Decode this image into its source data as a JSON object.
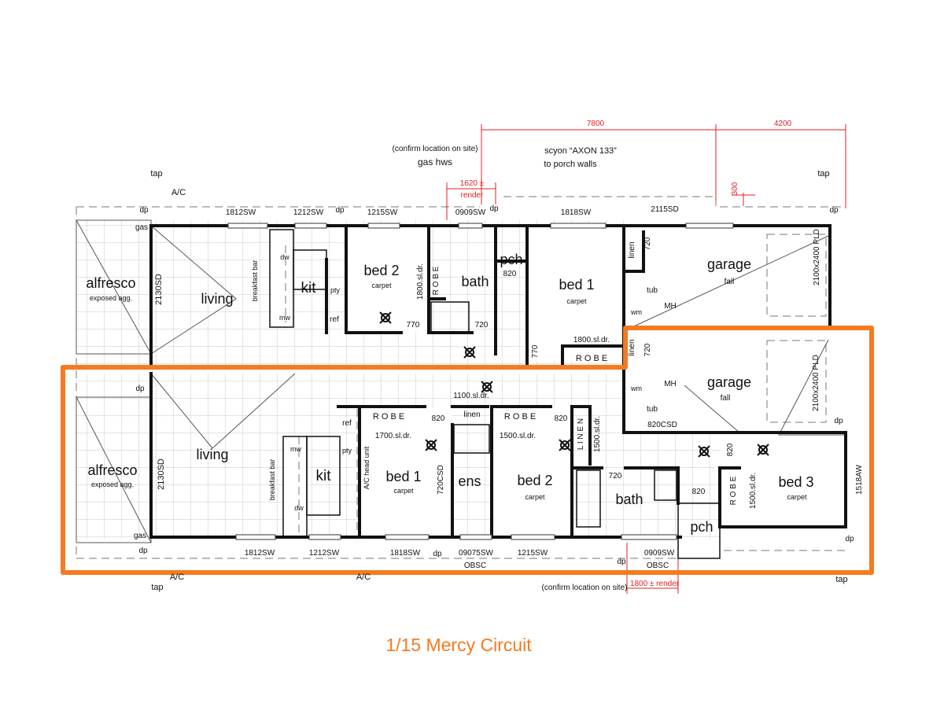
{
  "title": "1/15 Mercy Circuit",
  "colors": {
    "accent": "#f47b20",
    "dimension": "#e02020",
    "wall": "#111111",
    "grid": "#cfcfcf"
  },
  "dimensions": {
    "d7800": "7800",
    "d4200": "4200",
    "d1620": "1620 ±",
    "render": "render",
    "d300": "300",
    "d1800": "1800 ± render"
  },
  "notes": {
    "confirm_top": "(confirm location on site)",
    "gas_hws_top": "gas hws",
    "scyon_1": "scyon “AXON 133”",
    "scyon_2": "to porch walls",
    "confirm_bottom": "(confirm location on site)"
  },
  "upper_unit": {
    "labels": [
      "tap",
      "A/C",
      "dp",
      "gas",
      "1812SW",
      "1212SW",
      "dp",
      "1215SW",
      "0909SW",
      "dp",
      "1818SW",
      "2115SD",
      "tap",
      "dp",
      "alfresco",
      "exposed agg.",
      "2130SD",
      "living",
      "breakfast bar",
      "dw",
      "mw",
      "kit",
      "pty",
      "ref",
      "bed 2",
      "carpet",
      "1800.sl.dr.",
      "R O B E",
      "bath",
      "770",
      "720",
      "pch",
      "820",
      "bed 1",
      "carpet",
      "770",
      "1800.sl.dr.",
      "R O B E",
      "linen",
      "720",
      "tub",
      "wm",
      "MH",
      "garage",
      "fall",
      "2100x2400 PLD"
    ]
  },
  "lower_unit": {
    "labels": [
      "garage",
      "fall",
      "2100x2400 PLD",
      "linen",
      "720",
      "MH",
      "wm",
      "tub",
      "820CSD",
      "1100.sl.dr.",
      "dp",
      "R O B E",
      "820",
      "linen",
      "R O B E",
      "820",
      "L I N E N",
      "1500.sl.dr.",
      "1700.sl.dr.",
      "1500.sl.dr.",
      "living",
      "alfresco",
      "exposed agg.",
      "2130SD",
      "breakfast bar",
      "mw",
      "dw",
      "kit",
      "ref",
      "pty",
      "A/C head unit",
      "bed 1",
      "carpet",
      "720CSD",
      "ens",
      "bed 2",
      "carpet",
      "720",
      "bath",
      "820",
      "820",
      "R O B E",
      "1500.sl.dr.",
      "bed 3",
      "carpet",
      "1518AW",
      "pch",
      "gas",
      "dp",
      "A/C",
      "tap",
      "1812SW",
      "1212SW",
      "A/C",
      "1818SW",
      "dp",
      "09075SW",
      "OBSC",
      "1215SW",
      "dp",
      "0909SW",
      "OBSC",
      "dp",
      "tap",
      "dp"
    ]
  }
}
